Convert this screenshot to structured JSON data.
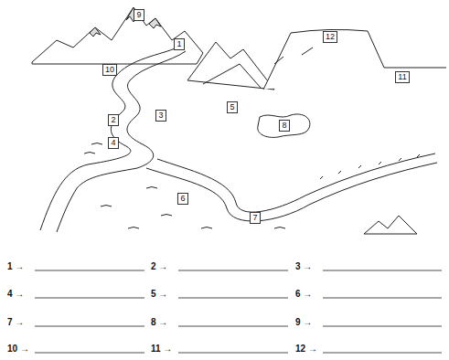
{
  "diagram": {
    "labels": [
      "1",
      "2",
      "3",
      "4",
      "5",
      "6",
      "7",
      "8",
      "9",
      "10",
      "11",
      "12",
      "1 →",
      "2 →",
      "3 →",
      "4 →",
      "5 →",
      "6 →",
      "7 →",
      "8 →",
      "9 →",
      "10 →",
      "11 →",
      "12 →"
    ]
  }
}
